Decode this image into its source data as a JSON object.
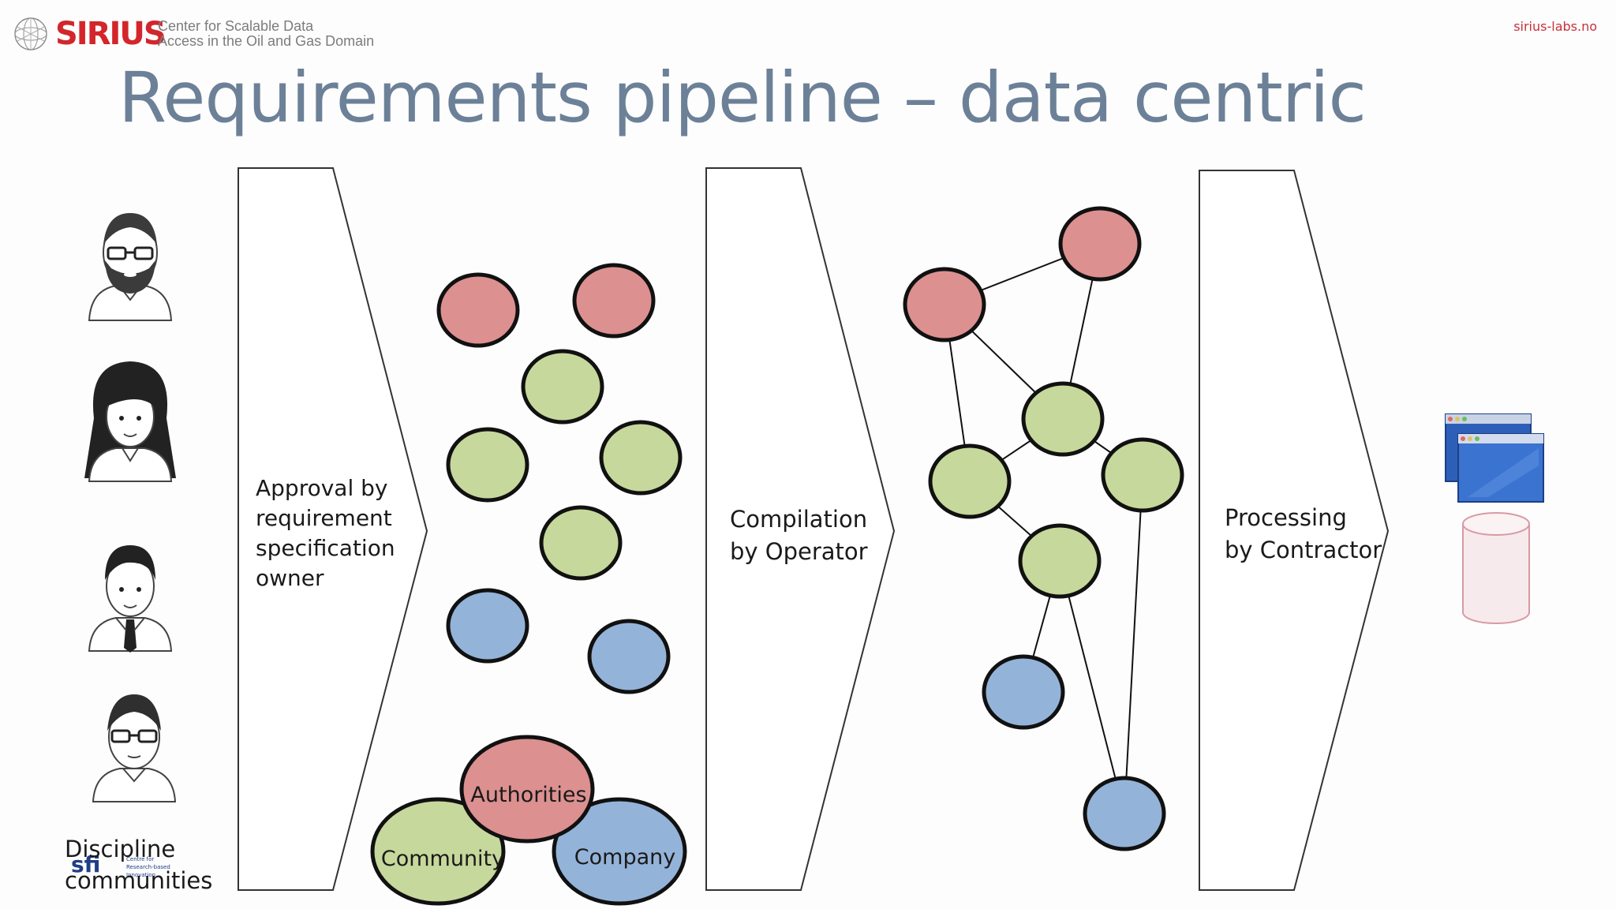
{
  "header": {
    "brand": "SIRIUS",
    "brand_sub_line1": "Center for Scalable Data",
    "brand_sub_line2": "Access in the Oil and Gas Domain",
    "website": "sirius-labs.no"
  },
  "slide": {
    "title": "Requirements pipeline – data centric"
  },
  "stakeholders": {
    "caption_line1": "Discipline",
    "caption_line2": "communities",
    "sfi_logo_text": "sfi",
    "sfi_logo_small": [
      "Centre for",
      "Research-based",
      "Innovation"
    ]
  },
  "stages": {
    "approval": [
      "Approval by",
      "requirement",
      "specification",
      "owner"
    ],
    "compilation": [
      "Compilation",
      "by Operator"
    ],
    "processing": [
      "Processing",
      "by Contractor"
    ]
  },
  "venn": {
    "authorities": "Authorities",
    "community": "Community",
    "company": "Company"
  },
  "colors": {
    "red": "#dc9090",
    "green": "#c6d89b",
    "blue": "#94b3d9",
    "title": "#6c8198",
    "brand": "#d3262c"
  },
  "icons": {
    "person_1": "bearded-man-icon",
    "person_2": "woman-icon",
    "person_3": "man-tie-icon",
    "person_4": "man-glasses-icon",
    "app_windows": "application-windows-icon",
    "database": "database-cylinder-icon",
    "sirius_logo": "sirius-globe-logo-icon"
  }
}
